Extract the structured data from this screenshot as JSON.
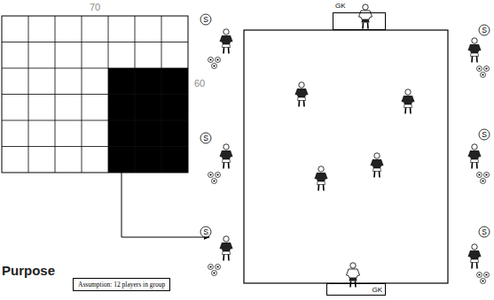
{
  "diagram": {
    "nodes": [
      {
        "text": [
          "70",
          "60"
        ]
      },
      {
        "text": [
          "Assumption: 12 players in group"
        ]
      },
      {
        "text": [
          "GK"
        ]
      },
      {
        "text": [
          "GK"
        ]
      }
    ],
    "labels": [
      "S",
      "S",
      "S",
      "S",
      "S",
      "S",
      "Purpose"
    ]
  }
}
